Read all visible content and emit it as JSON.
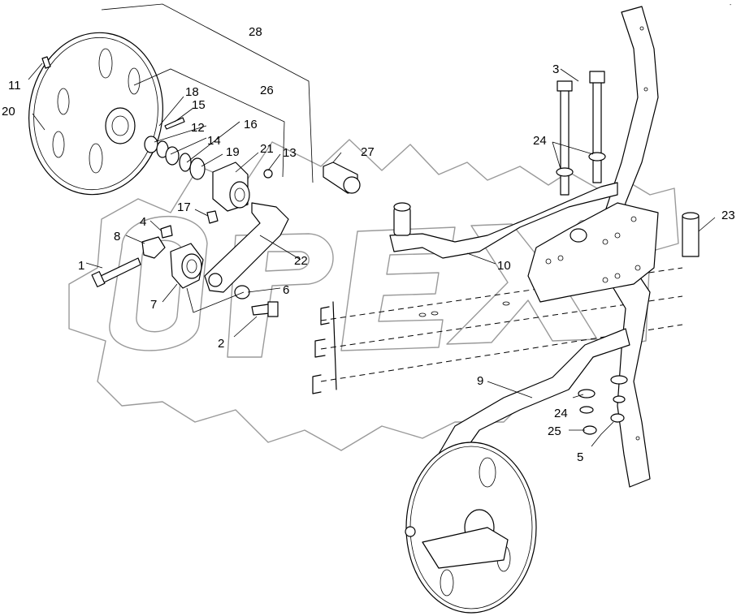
{
  "watermark": {
    "text": "OPEX"
  },
  "corner_mark": "-",
  "callouts": {
    "c1": "1",
    "c2": "2",
    "c3": "3",
    "c4": "4",
    "c5": "5",
    "c6": "6",
    "c7": "7",
    "c8": "8",
    "c9": "9",
    "c10": "10",
    "c11": "11",
    "c12": "12",
    "c13": "13",
    "c14": "14",
    "c15": "15",
    "c16": "16",
    "c17": "17",
    "c18": "18",
    "c19": "19",
    "c20": "20",
    "c21": "21",
    "c22": "22",
    "c23": "23",
    "c24a": "24",
    "c24b": "24",
    "c25": "25",
    "c26": "26",
    "c27": "27",
    "c28": "28"
  }
}
